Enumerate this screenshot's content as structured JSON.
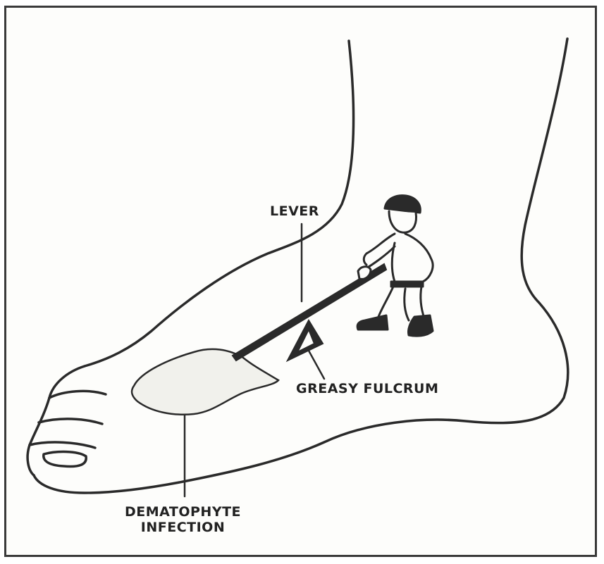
{
  "labels": {
    "lever": "LEVER",
    "fulcrum": "GREASY FULCRUM",
    "infection_line1": "DEMATOPHYTE",
    "infection_line2": "INFECTION"
  },
  "colors": {
    "ink": "#2a2a2a",
    "infection_fill": "#f1f1ec",
    "background": "#fdfdfb"
  }
}
